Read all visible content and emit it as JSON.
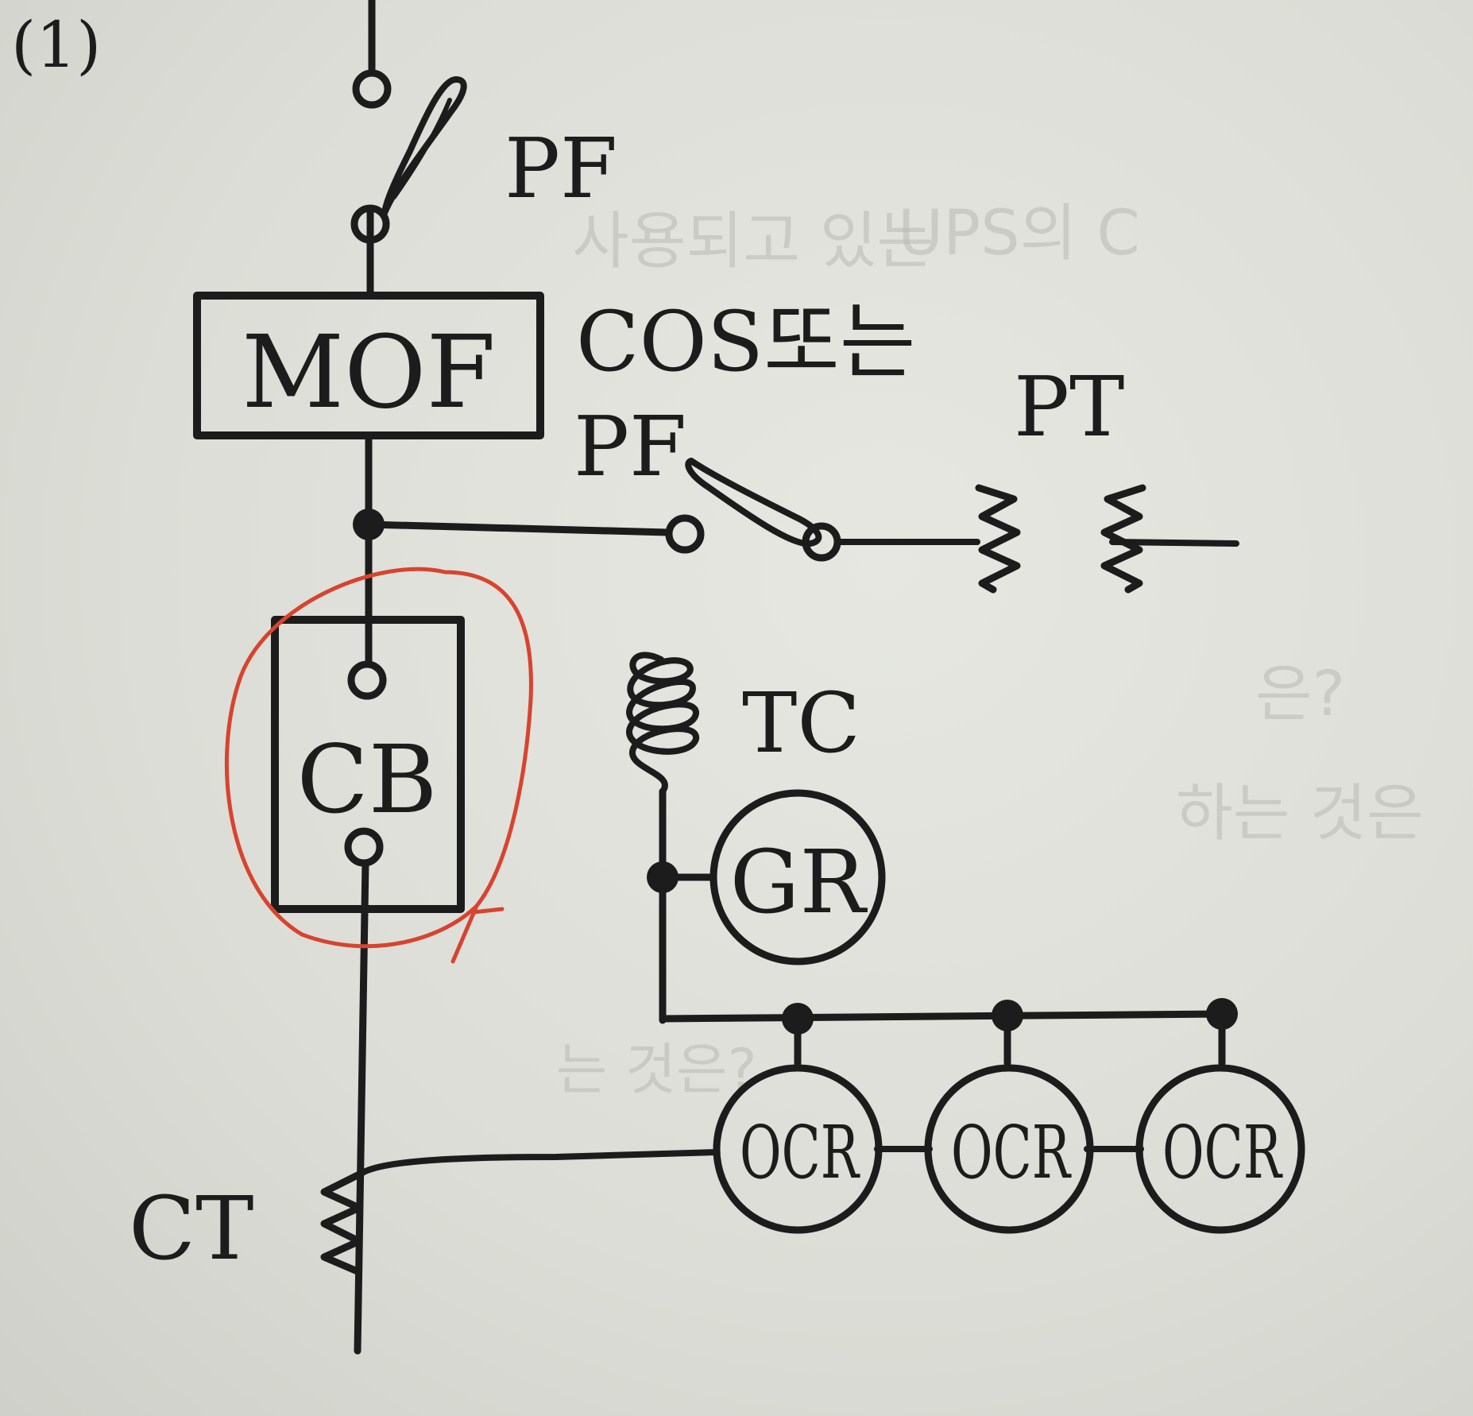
{
  "figure": {
    "number": "(1)"
  },
  "labels": {
    "pf_main": "PF",
    "mof": "MOF",
    "cos_line1": "COS또는",
    "cos_line2": "PF",
    "pt": "PT",
    "cb": "CB",
    "tc": "TC",
    "gr": "GR",
    "ocr": [
      "OCR",
      "OCR",
      "OCR"
    ],
    "ct": "CT"
  },
  "bleed_through": [
    "UPS의 C",
    "사용되고 있는",
    "은?",
    "하는 것은",
    "는 것은?"
  ],
  "annotation": {
    "highlight_target": "CB",
    "color": "#d8432f"
  },
  "colors": {
    "ink": "#1c1c1c",
    "paper": "#dedfd9"
  }
}
